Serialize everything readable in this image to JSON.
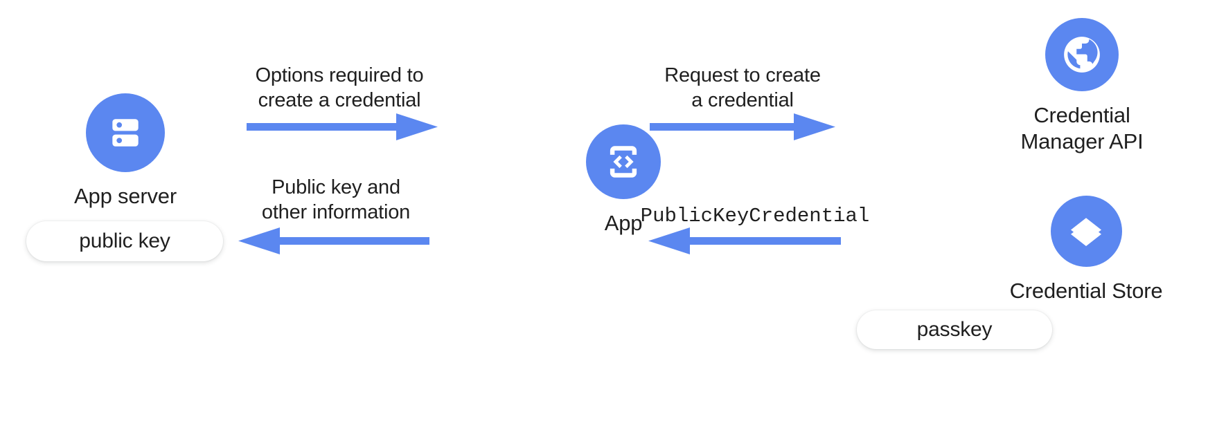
{
  "diagram": {
    "title": "Passkey creation flow between App server, App, Credential Manager API and Credential Store",
    "accent_color": "#5B87F0",
    "text_color": "#1f1f1f",
    "background_color": "#ffffff"
  },
  "nodes": [
    {
      "id": "app-server",
      "label": "App server",
      "icon": "server-icon",
      "chip": "public key"
    },
    {
      "id": "app",
      "label": "App",
      "icon": "app-code-phone-icon",
      "chip": null
    },
    {
      "id": "credential-manager-api",
      "label": "Credential\nManager API",
      "icon": "globe-icon",
      "chip": null
    },
    {
      "id": "credential-store",
      "label": "Credential Store",
      "icon": "layers-icon",
      "chip": "passkey"
    }
  ],
  "flows": [
    {
      "id": "options-required",
      "caption": "Options required to\ncreate a credential",
      "direction": "right",
      "from": "app-server",
      "to": "app",
      "mono": false
    },
    {
      "id": "public-key-and-other-information",
      "caption": "Public key and\nother information",
      "direction": "left",
      "from": "app",
      "to": "app-server",
      "mono": false
    },
    {
      "id": "request-to-create",
      "caption": "Request to create\na credential",
      "direction": "right",
      "from": "app",
      "to": "credential-manager-api",
      "mono": false
    },
    {
      "id": "public-key-credential",
      "caption": "PublicKeyCredential",
      "direction": "left",
      "from": "credential-store",
      "to": "app",
      "mono": true
    }
  ]
}
